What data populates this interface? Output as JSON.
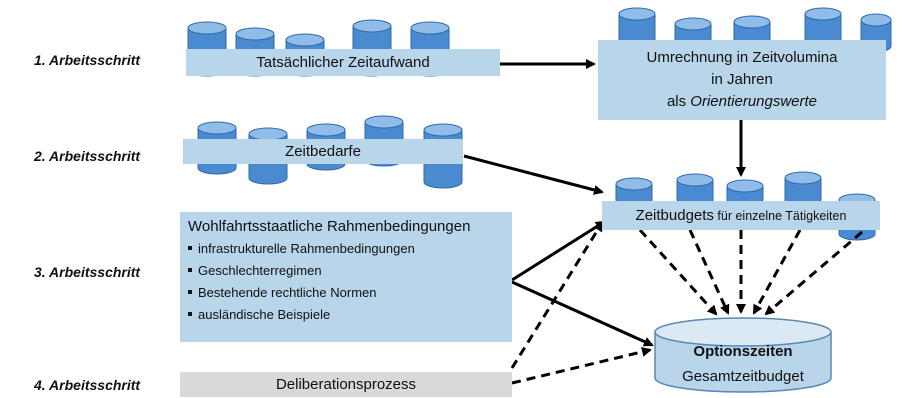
{
  "steps": {
    "s1": "1. Arbeitsschritt",
    "s2": "2. Arbeitsschritt",
    "s3": "3. Arbeitsschritt",
    "s4": "4. Arbeitsschritt"
  },
  "boxes": {
    "zeitaufwand": "Tatsächlicher Zeitaufwand",
    "umrechnung_line1": "Umrechnung in Zeitvolumina",
    "umrechnung_line2": "in Jahren",
    "umrechnung_line3_prefix": "als ",
    "umrechnung_line3_italic": "Orientierungswerte",
    "zeitbedarfe": "Zeitbedarfe",
    "zeitbudgets_main": "Zeitbudgets",
    "zeitbudgets_suffix": " für einzelne Tätigkeiten",
    "rahmen_title": "Wohlfahrtsstaatliche Rahmenbedingungen",
    "rahmen_items": [
      "infrastrukturelle Rahmenbedingungen",
      "Geschlechterregimen",
      "Bestehende rechtliche Normen",
      "ausländische Beispiele"
    ],
    "deliberation": "Deliberationsprozess",
    "optionszeiten": "Optionszeiten",
    "gesamtzeitbudget": "Gesamtzeitbudget"
  },
  "colors": {
    "cylinder_fill": "#4a8ad0",
    "cylinder_top": "#8fbce8",
    "cylinder_stroke": "#2f6aa8",
    "box_fill": "#b9d5ea",
    "deliberation_fill": "#d9d9d9",
    "arrow": "#000000"
  }
}
